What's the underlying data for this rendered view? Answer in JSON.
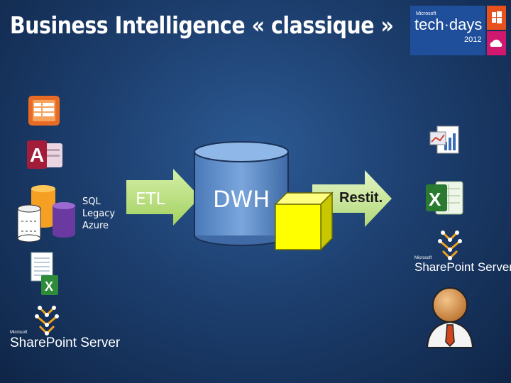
{
  "slide": {
    "title": "Business Intelligence « classique »",
    "logo": {
      "brand_small": "Microsoft",
      "name": "tech·days",
      "year": "2012"
    }
  },
  "sources": {
    "labels": [
      "SQL",
      "Legacy",
      "Azure"
    ],
    "icons": [
      "report-form-icon",
      "access-icon",
      "database-cylinder-icons",
      "spreadsheet-excel-icon",
      "sharepoint-icon"
    ],
    "sharepoint_logo": {
      "brand": "Microsoft",
      "name": "SharePoint",
      "suffix": "Server"
    }
  },
  "flow": {
    "etl_label": "ETL",
    "warehouse_label": "DWH",
    "restitution_label": "Restit."
  },
  "outputs": {
    "icons": [
      "report-chart-icon",
      "excel-icon",
      "sharepoint-icon",
      "user-icon"
    ],
    "sharepoint_logo": {
      "brand": "Microsoft",
      "name": "SharePoint",
      "suffix": "Server"
    }
  },
  "colors": {
    "background": "#1d3f6f",
    "arrow": "#b8e07a",
    "cylinder": "#6b9bd6",
    "cube": "#ffff00",
    "logo_blue": "#1f4e9a",
    "logo_orange": "#e8501e",
    "logo_magenta": "#d0186f"
  }
}
